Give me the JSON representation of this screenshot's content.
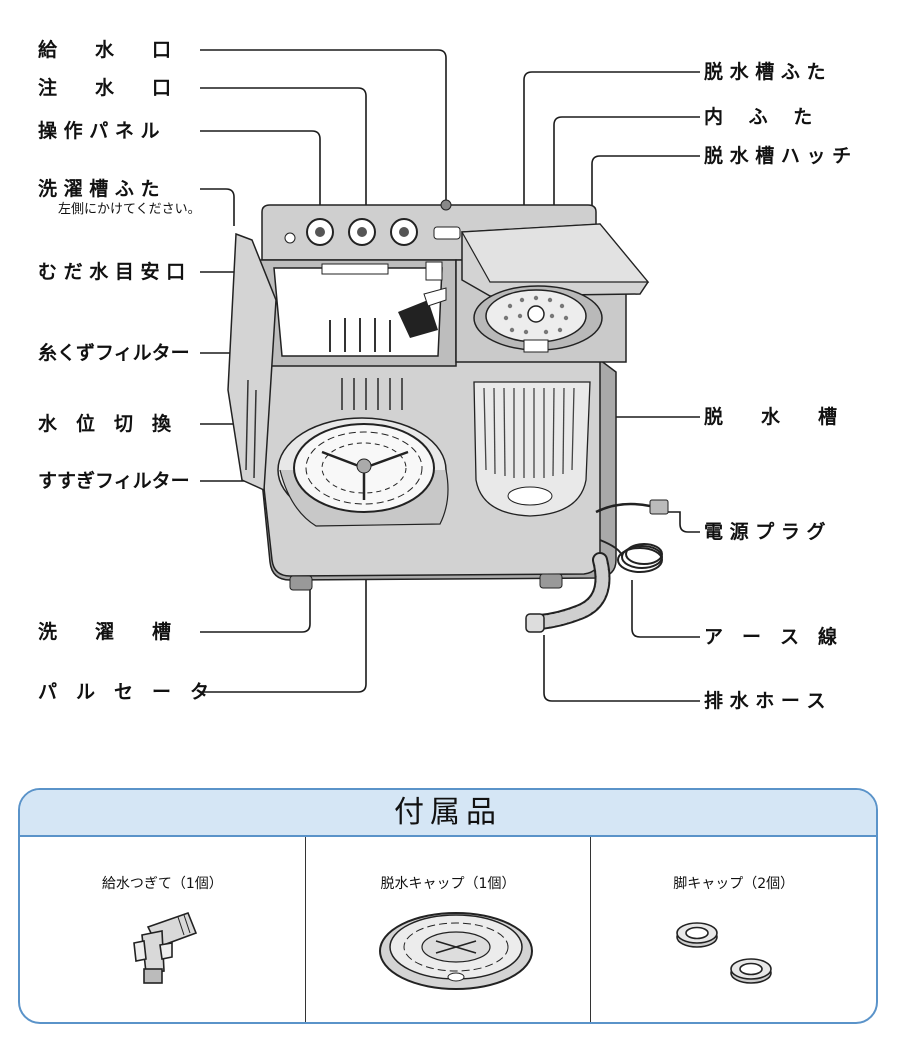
{
  "labels_left": [
    {
      "id": "water-supply-inlet",
      "text": "給　　水　　口"
    },
    {
      "id": "water-pour-inlet",
      "text": "注　　水　　口"
    },
    {
      "id": "control-panel",
      "text": "操 作 パ ネ ル"
    },
    {
      "id": "wash-tub-lid",
      "text": "洗 濯 槽 ふ た"
    },
    {
      "id": "waste-water-guide",
      "text": "む だ 水 目 安 口"
    },
    {
      "id": "lint-filter",
      "text": "糸くずフィルター"
    },
    {
      "id": "water-level-switch",
      "text": "水　位　切　換"
    },
    {
      "id": "rinse-filter",
      "text": "すすぎフィルター"
    },
    {
      "id": "wash-tub",
      "text": "洗　　濯　　槽"
    },
    {
      "id": "pulsator",
      "text": "パ　ル　セ　ー　タ"
    }
  ],
  "lid_note": "左側にかけてください。",
  "labels_right": [
    {
      "id": "spin-tub-lid",
      "text": "脱 水 槽 ふ た"
    },
    {
      "id": "inner-lid",
      "text": "内　 ふ　 た"
    },
    {
      "id": "spin-tub-hatch",
      "text": "脱 水 槽 ハ ッ チ"
    },
    {
      "id": "spin-tub",
      "text": "脱　　水　　槽"
    },
    {
      "id": "power-plug",
      "text": "電 源 プ ラ グ"
    },
    {
      "id": "ground-wire",
      "text": "ア　ー　ス　線"
    },
    {
      "id": "drain-hose",
      "text": "排 水 ホ ー ス"
    }
  ],
  "accessories": {
    "title": "付属品",
    "items": [
      {
        "id": "water-supply-joint",
        "name": "給水つぎて（1個）"
      },
      {
        "id": "spin-cap",
        "name": "脱水キャップ（1個）"
      },
      {
        "id": "foot-cap",
        "name": "脚キャップ（2個）"
      }
    ]
  },
  "colors": {
    "accent_border": "#5a93c9",
    "header_fill": "#d5e6f5",
    "machine_body": "#d8d8d8",
    "machine_shadow": "#a9a9a9"
  }
}
